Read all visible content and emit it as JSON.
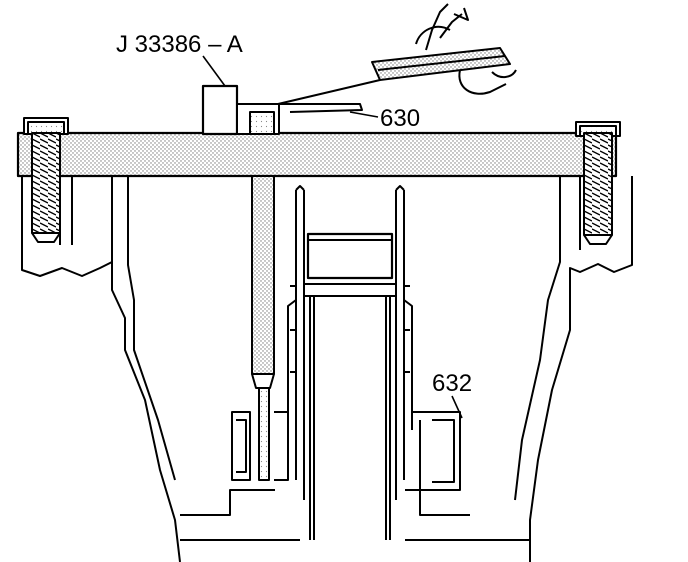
{
  "labels": {
    "tool": "J 33386 – A",
    "part_630": "630",
    "part_632": "632"
  },
  "colors": {
    "line": "#000000",
    "background": "#ffffff",
    "stipple": "#b5b5b5"
  }
}
